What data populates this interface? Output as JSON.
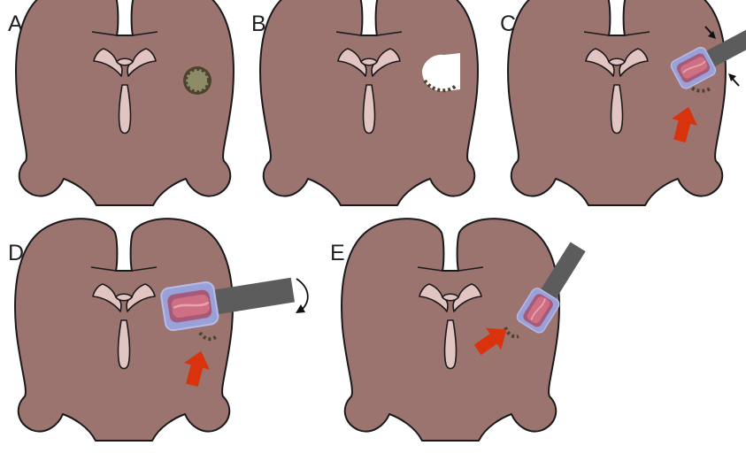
{
  "panels": [
    {
      "label": "A"
    },
    {
      "label": "B"
    },
    {
      "label": "C"
    },
    {
      "label": "D"
    },
    {
      "label": "E"
    }
  ],
  "colors": {
    "brain": "#9b7470",
    "ventricle": "#e2c4c2",
    "lesion": "#8e8c68",
    "lesion_rim": "#4d432c",
    "probe_shaft": "#5c5c5c",
    "balloon_outer": "#9aa0d8",
    "balloon_core": "#cf6f83",
    "arrow_red": "#d9330e",
    "outline": "#1a1a1a"
  }
}
